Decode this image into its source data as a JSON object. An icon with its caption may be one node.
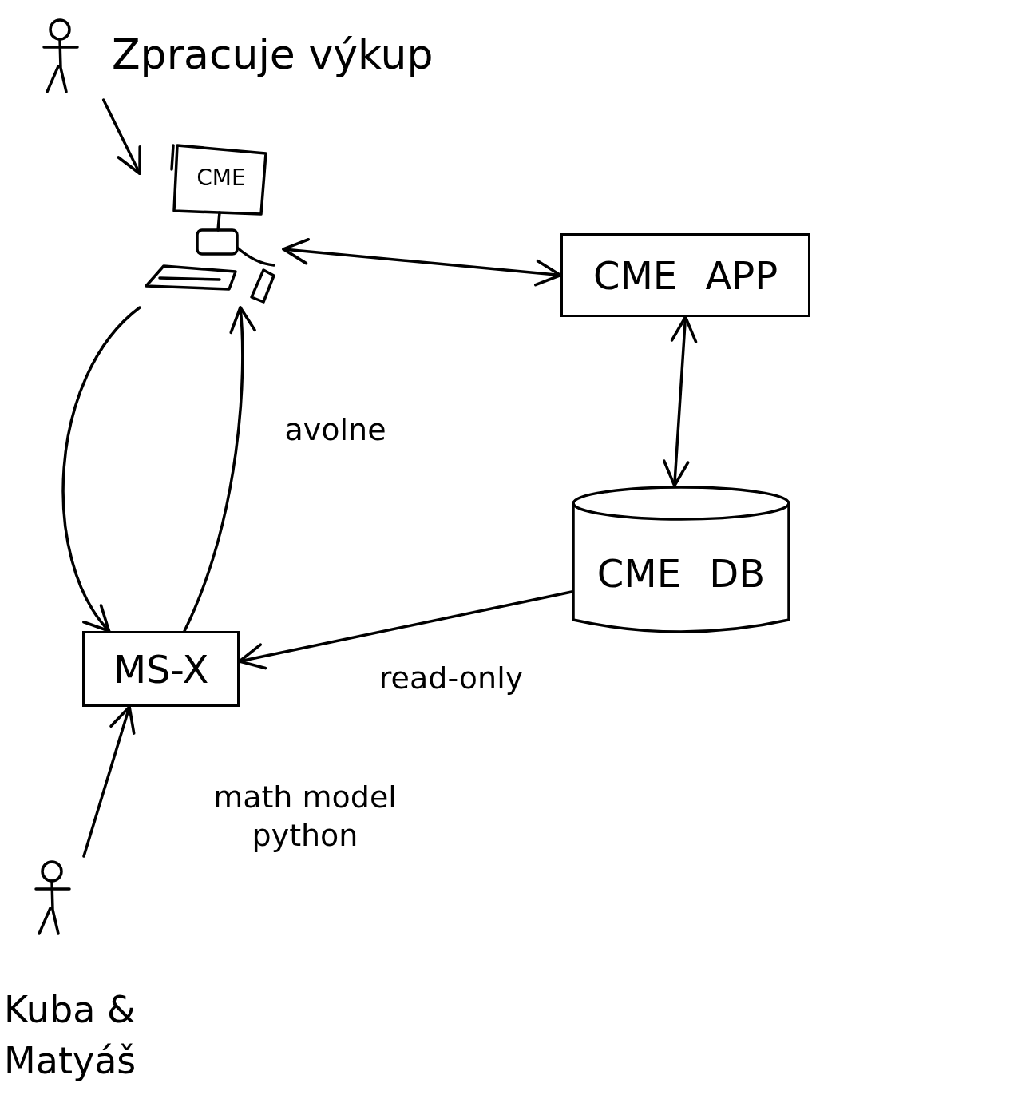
{
  "diagram": {
    "nodes": [
      {
        "text": [
          "Zpracuje výkup"
        ]
      },
      {
        "text": [
          "CME"
        ]
      },
      {
        "text": [
          "CME APP"
        ]
      },
      {
        "text": [
          "CME DB"
        ]
      },
      {
        "text": [
          "MS-X"
        ]
      },
      {
        "text": [
          "Kuba & Matyáš"
        ]
      }
    ],
    "edges": [
      {
        "from": 0,
        "to": 1,
        "arrow": "to"
      },
      {
        "from": 1,
        "to": 2,
        "arrow": "both"
      },
      {
        "from": 2,
        "to": 3,
        "arrow": "both"
      },
      {
        "from": 1,
        "to": 4,
        "arrow": "to"
      },
      {
        "from": 4,
        "to": 1,
        "arrow": "to",
        "label": "avolne"
      },
      {
        "from": 3,
        "to": 4,
        "arrow": "to",
        "label": "read-only"
      },
      {
        "from": 5,
        "to": 4,
        "arrow": "to",
        "label": "math model python"
      }
    ]
  }
}
